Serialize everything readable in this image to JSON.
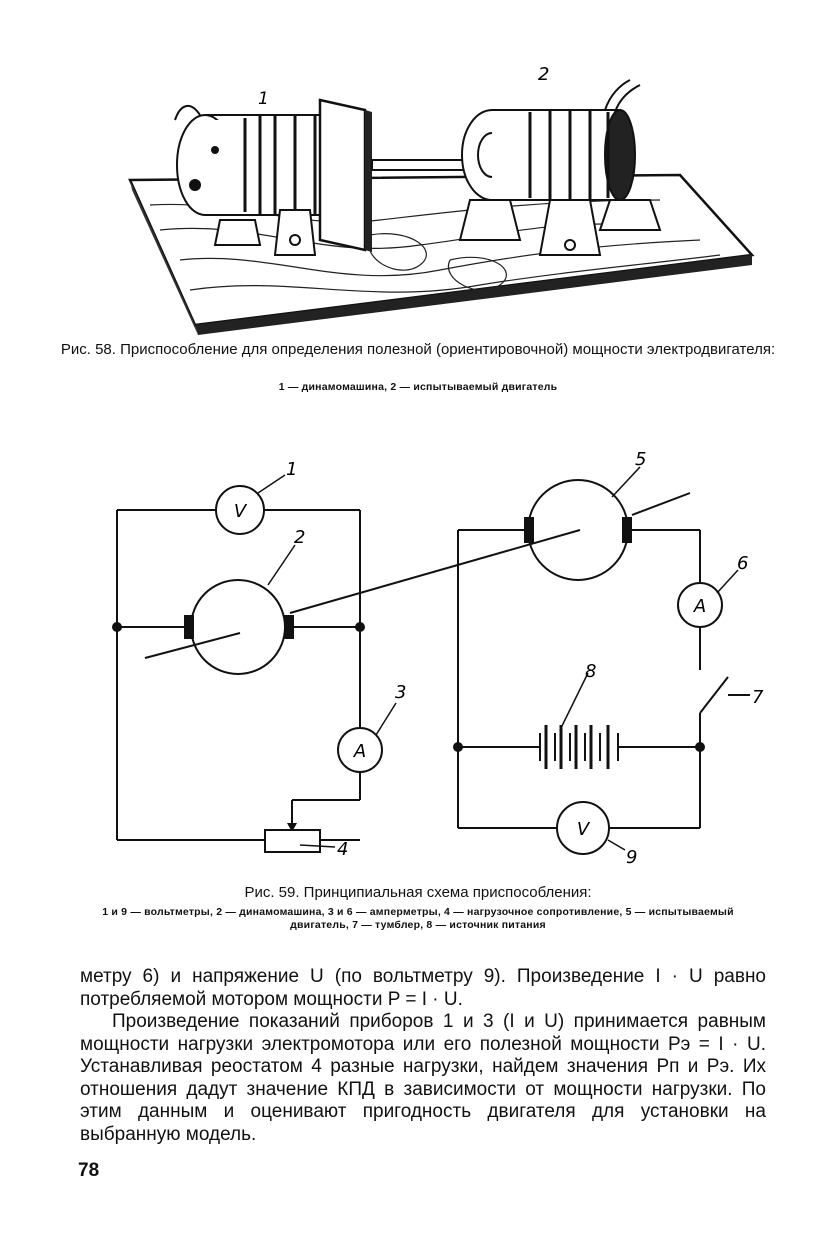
{
  "figure58": {
    "label_1": "1",
    "label_2": "2",
    "caption_title": "Рис. 58. Приспособление для определения полезной (ориентировочной) мощности электродвигателя:",
    "caption_legend": "1 — динамомашина, 2 — испытываемый двигатель"
  },
  "figure59": {
    "labels": {
      "l1": "1",
      "l2": "2",
      "l3": "3",
      "l4": "4",
      "l5": "5",
      "l6": "6",
      "l7": "7",
      "l8": "8",
      "l9": "9"
    },
    "meter_v": "V",
    "meter_a": "A",
    "caption_title": "Рис. 59. Принципиальная схема приспособления:",
    "caption_legend": "1 и 9 — вольтметры, 2 — динамомашина, 3 и 6 — амперметры, 4 — нагрузочное сопротивление, 5 — испытываемый двигатель, 7 — тумблер, 8 — источник питания"
  },
  "body": {
    "para1": "метру 6) и напряжение U (по вольтметру 9). Произведение I · U равно потребляемой мотором мощности P = I · U.",
    "para2": "Произведение показаний приборов 1 и 3 (I и U) принимается равным мощности нагрузки электромотора или его полезной мощности Pэ = I · U. Устанавливая реостатом 4 разные нагрузки, найдем значения Pп и Pэ. Их отношения дадут значение КПД в зависимости от мощности нагрузки. По этим данным и оценивают пригодность двигателя для установки на выбранную модель."
  },
  "page_number": "78"
}
